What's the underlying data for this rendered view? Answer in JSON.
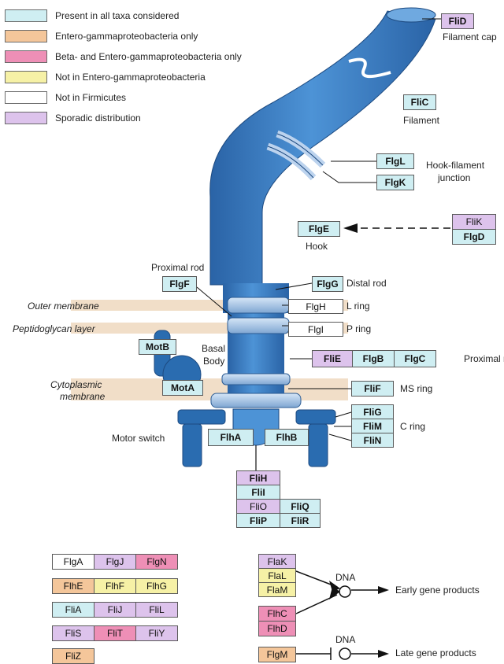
{
  "legend": [
    {
      "label": "Present in all taxa considered",
      "color": "#cfeef2"
    },
    {
      "label": "Entero-gammaproteobacteria only",
      "color": "#f4c69a"
    },
    {
      "label": "Beta- and Entero-gammaproteobacteria only",
      "color": "#ee8fb6"
    },
    {
      "label": "Not in Entero-gammaproteobacteria",
      "color": "#f6f1a6"
    },
    {
      "label": "Not in Firmicutes",
      "color": "#ffffff"
    },
    {
      "label": "Sporadic distribution",
      "color": "#ddc3ec"
    }
  ],
  "labels": {
    "filament_cap": "Filament cap",
    "filament": "Filament",
    "hook_filament_junction_1": "Hook-filament",
    "hook_filament_junction_2": "junction",
    "hook": "Hook",
    "proximal_rod_top": "Proximal rod",
    "distal_rod": "Distal rod",
    "outer_membrane": "Outer membrane",
    "l_ring": "L ring",
    "peptidoglycan_layer": "Peptidoglycan layer",
    "p_ring": "P ring",
    "basal_body_1": "Basal",
    "basal_body_2": "Body",
    "proximal_rod_right": "Proximal rod",
    "cytoplasmic_membrane_1": "Cytoplasmic",
    "cytoplasmic_membrane_2": "membrane",
    "ms_ring": "MS ring",
    "c_ring": "C ring",
    "motor_switch": "Motor switch",
    "dna_1": "DNA",
    "early_gene_products": "Early gene products",
    "dna_2": "DNA",
    "late_gene_products": "Late gene products"
  },
  "proteins": {
    "FliD": "FliD",
    "FliC": "FliC",
    "FlgL": "FlgL",
    "FlgK": "FlgK",
    "FliK": "FliK",
    "FlgD": "FlgD",
    "FlgE": "FlgE",
    "FlgF": "FlgF",
    "FlgG": "FlgG",
    "FlgH": "FlgH",
    "FlgI": "FlgI",
    "MotB": "MotB",
    "MotA": "MotA",
    "FliE": "FliE",
    "FlgB": "FlgB",
    "FlgC": "FlgC",
    "FliF": "FliF",
    "FliG": "FliG",
    "FliM": "FliM",
    "FliN": "FliN",
    "FlhA": "FlhA",
    "FlhB": "FlhB",
    "FliH": "FliH",
    "FliI": "FliI",
    "FliO": "FliO",
    "FliQ": "FliQ",
    "FliP": "FliP",
    "FliR": "FliR"
  },
  "other_proteins": [
    [
      "FlgA",
      "FlgJ",
      "FlgN"
    ],
    [
      "FlhE",
      "FlhF",
      "FlhG"
    ],
    [
      "FliA",
      "FliJ",
      "FliL"
    ],
    [
      "FliS",
      "FliT",
      "FliY"
    ],
    [
      "FliZ"
    ]
  ],
  "regulation": {
    "flak": "FlaK",
    "flal": "FlaL",
    "flam": "FlaM",
    "flhc": "FlhC",
    "flhd": "FlhD",
    "flgm": "FlgM"
  }
}
